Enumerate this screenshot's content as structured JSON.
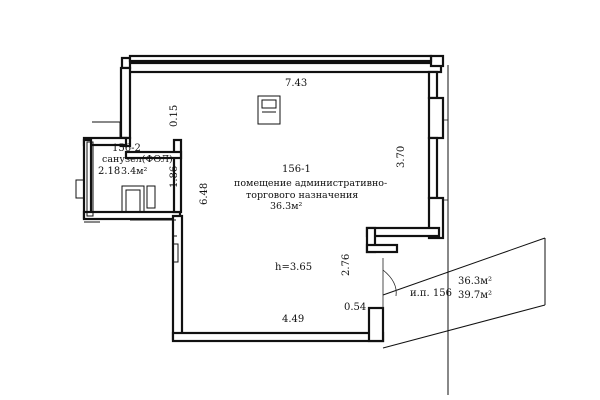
{
  "units": {
    "u156_1": {
      "number": "156-1",
      "name_line1": "помещение административно-",
      "name_line2": "торгового назначения",
      "area": "36.3м²"
    },
    "u156_2": {
      "number": "156-2",
      "name": "санузел(ФОЛ)",
      "area": "3.4м²"
    }
  },
  "dimensions": {
    "top": "7.43",
    "right": "3.70",
    "left": "6.48",
    "bottom": "4.49",
    "niche": "0.15",
    "wc_height": "1.86",
    "wc_width": "2.18",
    "right_lower": "2.76",
    "corner": "0.54"
  },
  "ceiling_height": "h=3.65",
  "summary": {
    "label": "и.п. 156",
    "area_main": "36.3м²",
    "area_total": "39.7м²"
  }
}
